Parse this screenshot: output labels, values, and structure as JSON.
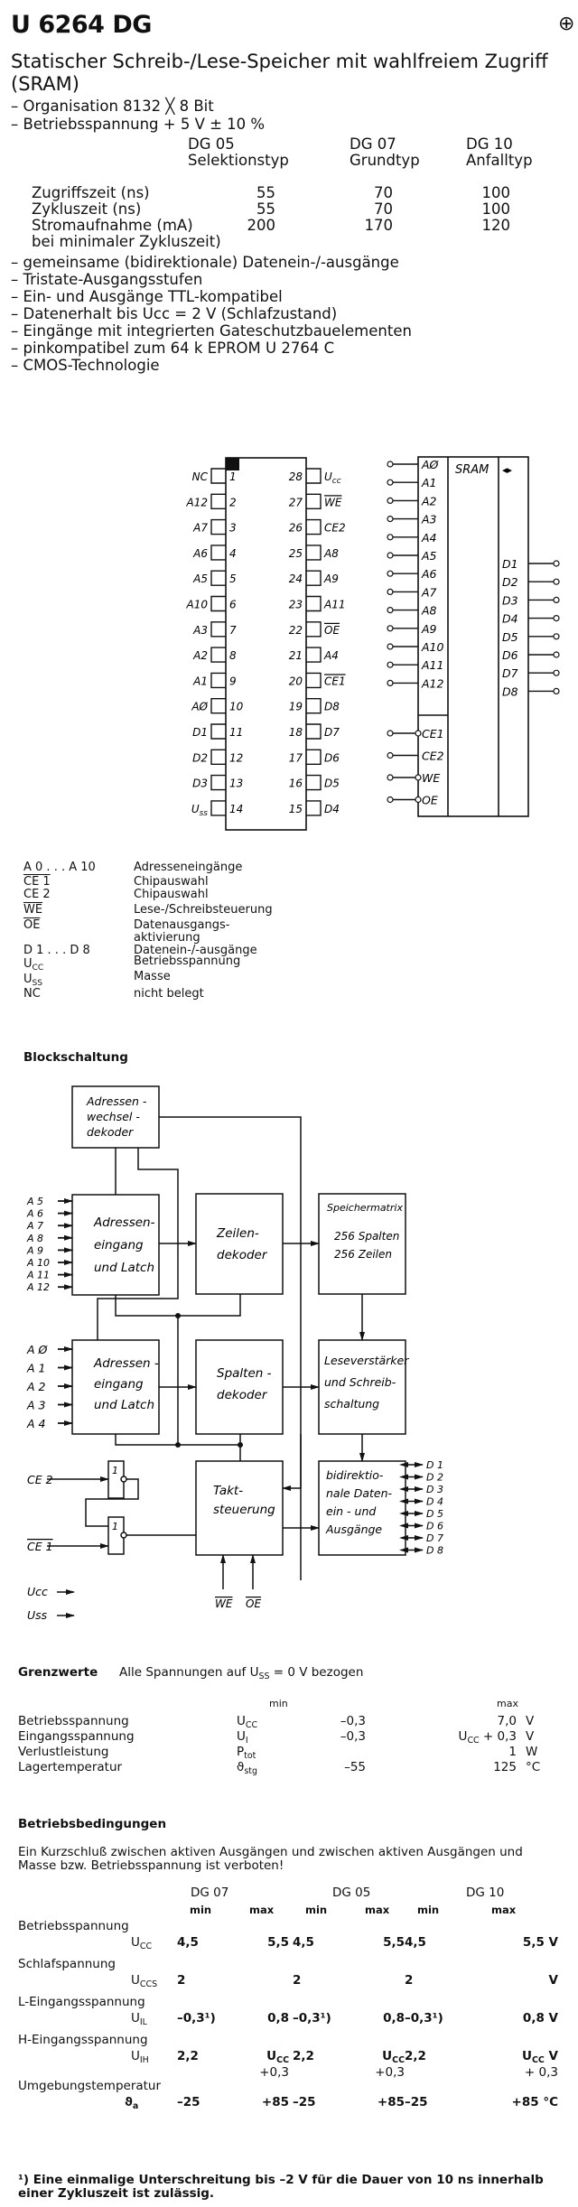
{
  "header": {
    "title": "U 6264 DG",
    "mark_icon": "⊕",
    "subtitle": "Statischer Schreib-/Lese-Speicher mit wahlfreiem Zugriff (SRAM)"
  },
  "features_top": [
    "– Organisation 8132 ╳ 8 Bit",
    "– Betriebsspannung + 5 V ± 10 %"
  ],
  "variants": {
    "columns": [
      {
        "code": "DG 05",
        "type": "Selektionstyp"
      },
      {
        "code": "DG 07",
        "type": "Grundtyp"
      },
      {
        "code": "DG 10",
        "type": "Anfalltyp"
      }
    ],
    "rows": [
      {
        "label": "Zugriffszeit (ns)",
        "values": [
          "55",
          "70",
          "100"
        ]
      },
      {
        "label": "Zykluszeit (ns)",
        "values": [
          "55",
          "70",
          "100"
        ]
      },
      {
        "label": "Stromaufnahme (mA)",
        "values": [
          "200",
          "170",
          "120"
        ]
      }
    ],
    "note": "bei minimaler Zykluszeit)"
  },
  "features": [
    "– gemeinsame (bidirektionale) Datenein-/-ausgänge",
    "– Tristate-Ausgangsstufen",
    "– Ein- und Ausgänge TTL-kompatibel",
    "– Datenerhalt bis Ucc = 2 V (Schlafzustand)",
    "– Eingänge mit integrierten Gateschutzbauelementen",
    "– pinkompatibel zum 64 k EPROM U 2764 C",
    "– CMOS-Technologie"
  ],
  "pinout": {
    "left": [
      {
        "num": "1",
        "name": "NC"
      },
      {
        "num": "2",
        "name": "A12"
      },
      {
        "num": "3",
        "name": "A7"
      },
      {
        "num": "4",
        "name": "A6"
      },
      {
        "num": "5",
        "name": "A5"
      },
      {
        "num": "6",
        "name": "A10"
      },
      {
        "num": "7",
        "name": "A3"
      },
      {
        "num": "8",
        "name": "A2"
      },
      {
        "num": "9",
        "name": "A1"
      },
      {
        "num": "10",
        "name": "AØ"
      },
      {
        "num": "11",
        "name": "D1"
      },
      {
        "num": "12",
        "name": "D2"
      },
      {
        "num": "13",
        "name": "D3"
      },
      {
        "num": "14",
        "name": "USS"
      }
    ],
    "right": [
      {
        "num": "28",
        "name": "UCC"
      },
      {
        "num": "27",
        "name": "WE",
        "overline": true
      },
      {
        "num": "26",
        "name": "CE2"
      },
      {
        "num": "25",
        "name": "A8"
      },
      {
        "num": "24",
        "name": "A9"
      },
      {
        "num": "23",
        "name": "A11"
      },
      {
        "num": "22",
        "name": "OE",
        "overline": true
      },
      {
        "num": "21",
        "name": "A4"
      },
      {
        "num": "20",
        "name": "CE1",
        "overline": true
      },
      {
        "num": "19",
        "name": "D8"
      },
      {
        "num": "18",
        "name": "D7"
      },
      {
        "num": "17",
        "name": "D6"
      },
      {
        "num": "16",
        "name": "D5"
      },
      {
        "num": "15",
        "name": "D4"
      }
    ]
  },
  "symbol": {
    "title": "SRAM",
    "bidir_icon": "◂▸",
    "address_pins": [
      "AØ",
      "A1",
      "A2",
      "A3",
      "A4",
      "A5",
      "A6",
      "A7",
      "A8",
      "A9",
      "A10",
      "A11",
      "A12"
    ],
    "control_pins": [
      "CE1",
      "CE2",
      "WE",
      "OE"
    ],
    "data_pins": [
      "D1",
      "D2",
      "D3",
      "D4",
      "D5",
      "D6",
      "D7",
      "D8"
    ]
  },
  "legend": [
    {
      "sym": "A 0 . . . A 10",
      "desc": "Adresseneingänge"
    },
    {
      "sym": "CE 1",
      "desc": "Chipauswahl",
      "overline": true
    },
    {
      "sym": "CE 2",
      "desc": "Chipauswahl"
    },
    {
      "sym": "WE",
      "desc": "Lese-/Schreibsteuerung",
      "overline": true
    },
    {
      "sym": "OE",
      "desc": "Datenausgangs-",
      "desc2": "aktivierung",
      "overline": true
    },
    {
      "sym": "D 1 . . . D 8",
      "desc": "Datenein-/-ausgänge"
    },
    {
      "sym": "UCC",
      "desc": "Betriebsspannung"
    },
    {
      "sym": "USS",
      "desc": "Masse"
    },
    {
      "sym": "NC",
      "desc": "nicht belegt"
    }
  ],
  "block": {
    "heading": "Blockschaltung",
    "adw": [
      "Adressen -",
      "wechsel -",
      "dekoder"
    ],
    "latch1": [
      "Adressen-",
      "eingang",
      "und Latch"
    ],
    "latch2": [
      "Adressen -",
      "eingang",
      "und Latch"
    ],
    "zeilen": [
      "Zeilen-",
      "dekoder"
    ],
    "spalten": [
      "Spalten -",
      "dekoder"
    ],
    "matrix": [
      "Speichermatrix",
      "256 Spalten",
      "256 Zeilen"
    ],
    "lese": [
      "Leseverstärker",
      "und Schreib-",
      "schaltung"
    ],
    "takt": [
      "Takt-",
      "steuerung"
    ],
    "bidi": [
      "bidirektio-",
      "nale Daten-",
      "ein - und",
      "Ausgänge"
    ],
    "in_hi": [
      "A 5",
      "A 6",
      "A 7",
      "A 8",
      "A 9",
      "A 10",
      "A 11",
      "A 12"
    ],
    "in_lo": [
      "A Ø",
      "A 1",
      "A 2",
      "A 3",
      "A 4"
    ],
    "ce2": "CE 2",
    "ce1": "CE 1",
    "gate": "1",
    "we": "WE",
    "oe": "OE",
    "ucc": "Ucc",
    "uss": "Uss",
    "outs": [
      "D 1",
      "D 2",
      "D 3",
      "D 4",
      "D 5",
      "D 6",
      "D 7",
      "D 8"
    ]
  },
  "limits": {
    "heading": "Grenzwerte",
    "subheading": "Alle Spannungen auf USS = 0 V bezogen",
    "col_min": "min",
    "col_max": "max",
    "rows": [
      {
        "param": "Betriebsspannung",
        "sym": "U",
        "sub": "CC",
        "min": "–0,3",
        "max": "7,0",
        "unit": "V"
      },
      {
        "param": "Eingangsspannung",
        "sym": "U",
        "sub": "I",
        "min": "–0,3",
        "max": "UCC + 0,3",
        "unit": "V"
      },
      {
        "param": "Verlustleistung",
        "sym": "P",
        "sub": "tot",
        "min": "",
        "max": "1",
        "unit": "W"
      },
      {
        "param": "Lagertemperatur",
        "sym": "ϑ",
        "sub": "stg",
        "min": "–55",
        "max": "125",
        "unit": "°C"
      }
    ]
  },
  "operating": {
    "heading": "Betriebsbedingungen",
    "warning": "Ein Kurzschluß zwischen aktiven Ausgängen und zwischen aktiven Ausgängen und Masse bzw. Betriebsspannung ist verboten!",
    "groups": [
      "DG 07",
      "DG 05",
      "DG 10"
    ],
    "sub_cols": [
      "min",
      "max",
      "min",
      "max",
      "min",
      "max"
    ],
    "rows": [
      {
        "param": "Betriebsspannung",
        "sym": "U",
        "sub": "CC",
        "values": [
          "4,5",
          "5,5",
          "4,5",
          "5,5",
          "4,5",
          "5,5 V"
        ]
      },
      {
        "param": "Schlafspannung",
        "sym": "U",
        "sub": "CCS",
        "values": [
          "2",
          "",
          "2",
          "",
          "2",
          "V"
        ]
      },
      {
        "param": "L-Eingangsspannung",
        "sym": "U",
        "sub": "IL",
        "values": [
          "–0,3¹)",
          "0,8",
          "–0,3¹)",
          "0,8",
          "–0,3¹)",
          "0,8 V"
        ]
      },
      {
        "param": "H-Eingangsspannung",
        "sym": "U",
        "sub": "IH",
        "values": [
          "2,2",
          "UCC",
          "2,2",
          "UCC",
          "2,2",
          "UCC V"
        ],
        "extra": [
          "",
          "+0,3",
          "",
          "+0,3",
          "",
          "+ 0,3"
        ]
      },
      {
        "param": "Umgebungstemperatur",
        "sym": "ϑ",
        "sub": "a",
        "values": [
          "–25",
          "+85",
          "–25",
          "+85",
          "–25",
          "+85  °C"
        ]
      }
    ],
    "footnote": "¹) Eine einmalige Unterschreitung bis –2 V für die Dauer von 10 ns innerhalb einer Zykluszeit ist zulässig."
  }
}
